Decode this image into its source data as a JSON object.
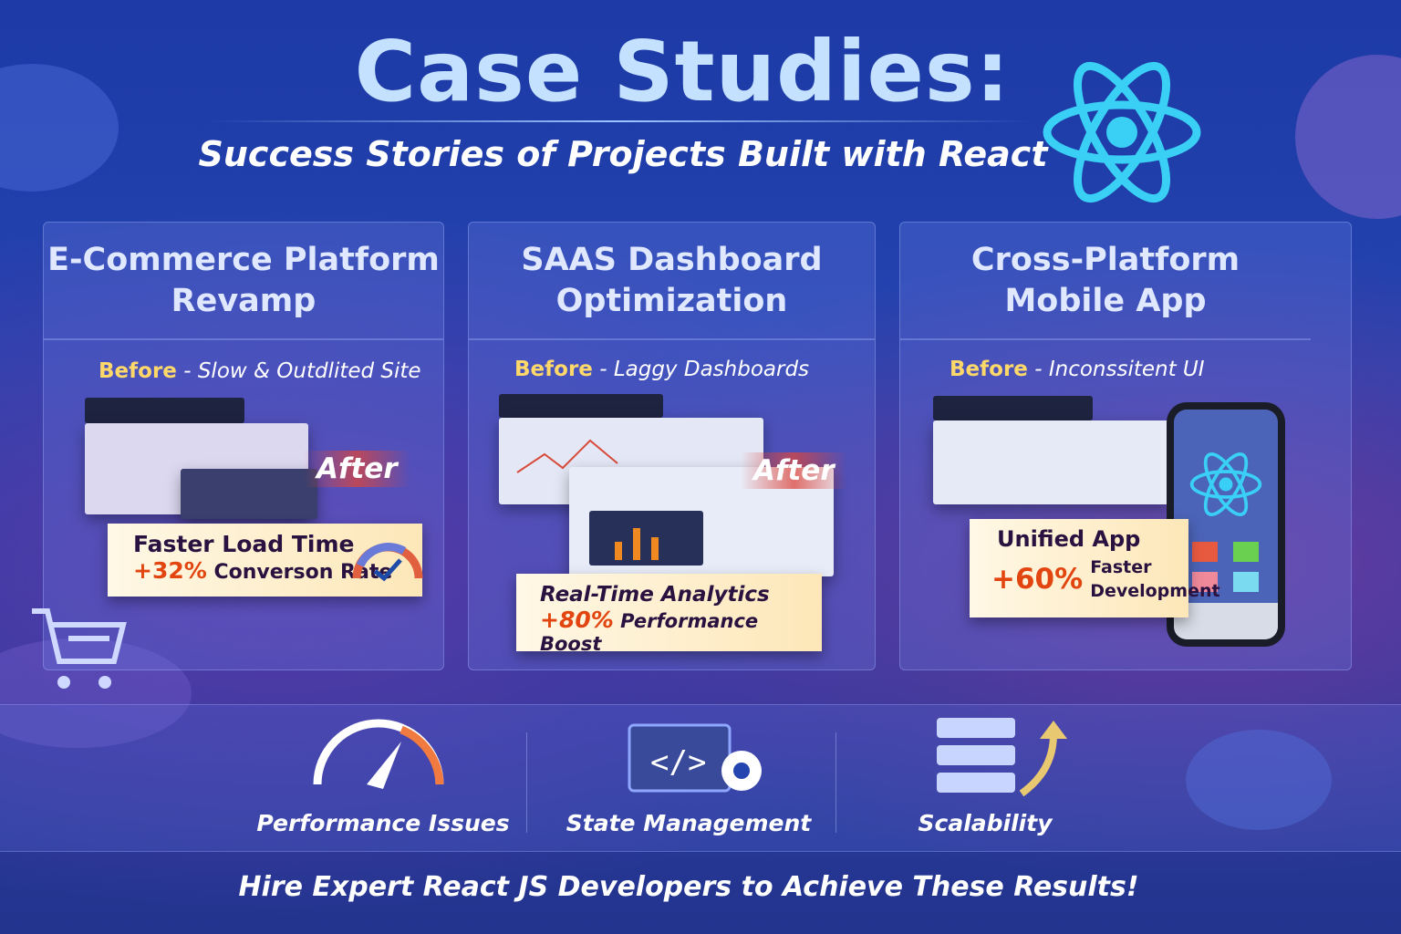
{
  "header": {
    "title": "Case Studies:",
    "subtitle": "Success Stories of Projects Built with React",
    "logo_icon": "react-atom-icon",
    "accent": "#3ad0f5"
  },
  "cards": [
    {
      "title_line1": "E-Commerce Platform",
      "title_line2": "Revamp",
      "before_label": "Before",
      "before_sep": "-",
      "before_desc": "Slow & Outdlited Site",
      "after_label": "After",
      "result_title": "Faster Load Time",
      "result_pct": "+32%",
      "result_desc": "Converson Rate",
      "icon": "speed-gauge-check-icon"
    },
    {
      "title_line1": "SAAS Dashboard",
      "title_line2": "Optimization",
      "before_label": "Before",
      "before_sep": "-",
      "before_desc": "Laggy Dashboards",
      "after_label": "After",
      "result_title": "Real-Time Analytics",
      "result_pct": "+80%",
      "result_desc": "Performance Boost",
      "icon": "bar-chart-icon"
    },
    {
      "title_line1": "Cross-Platform",
      "title_line2": "Mobile App",
      "before_label": "Before",
      "before_sep": "-",
      "before_desc": "Inconssitent UI",
      "result_title": "Unified App",
      "result_pct": "+60%",
      "result_desc_line1": "Faster",
      "result_desc_line2": "Development",
      "icon": "smartphone-icon"
    }
  ],
  "features": [
    {
      "label": "Performance Issues",
      "icon": "speedometer-icon"
    },
    {
      "label": "State Management",
      "icon": "code-gear-icon"
    },
    {
      "label": "Scalability",
      "icon": "server-stack-arrow-icon"
    }
  ],
  "footer": {
    "cta": "Hire Expert React JS Developers to Achieve These Results!"
  },
  "colors": {
    "title": "#c4e2ff",
    "before": "#ffd86a",
    "percent": "#e2450f",
    "background": "#2444b0"
  }
}
